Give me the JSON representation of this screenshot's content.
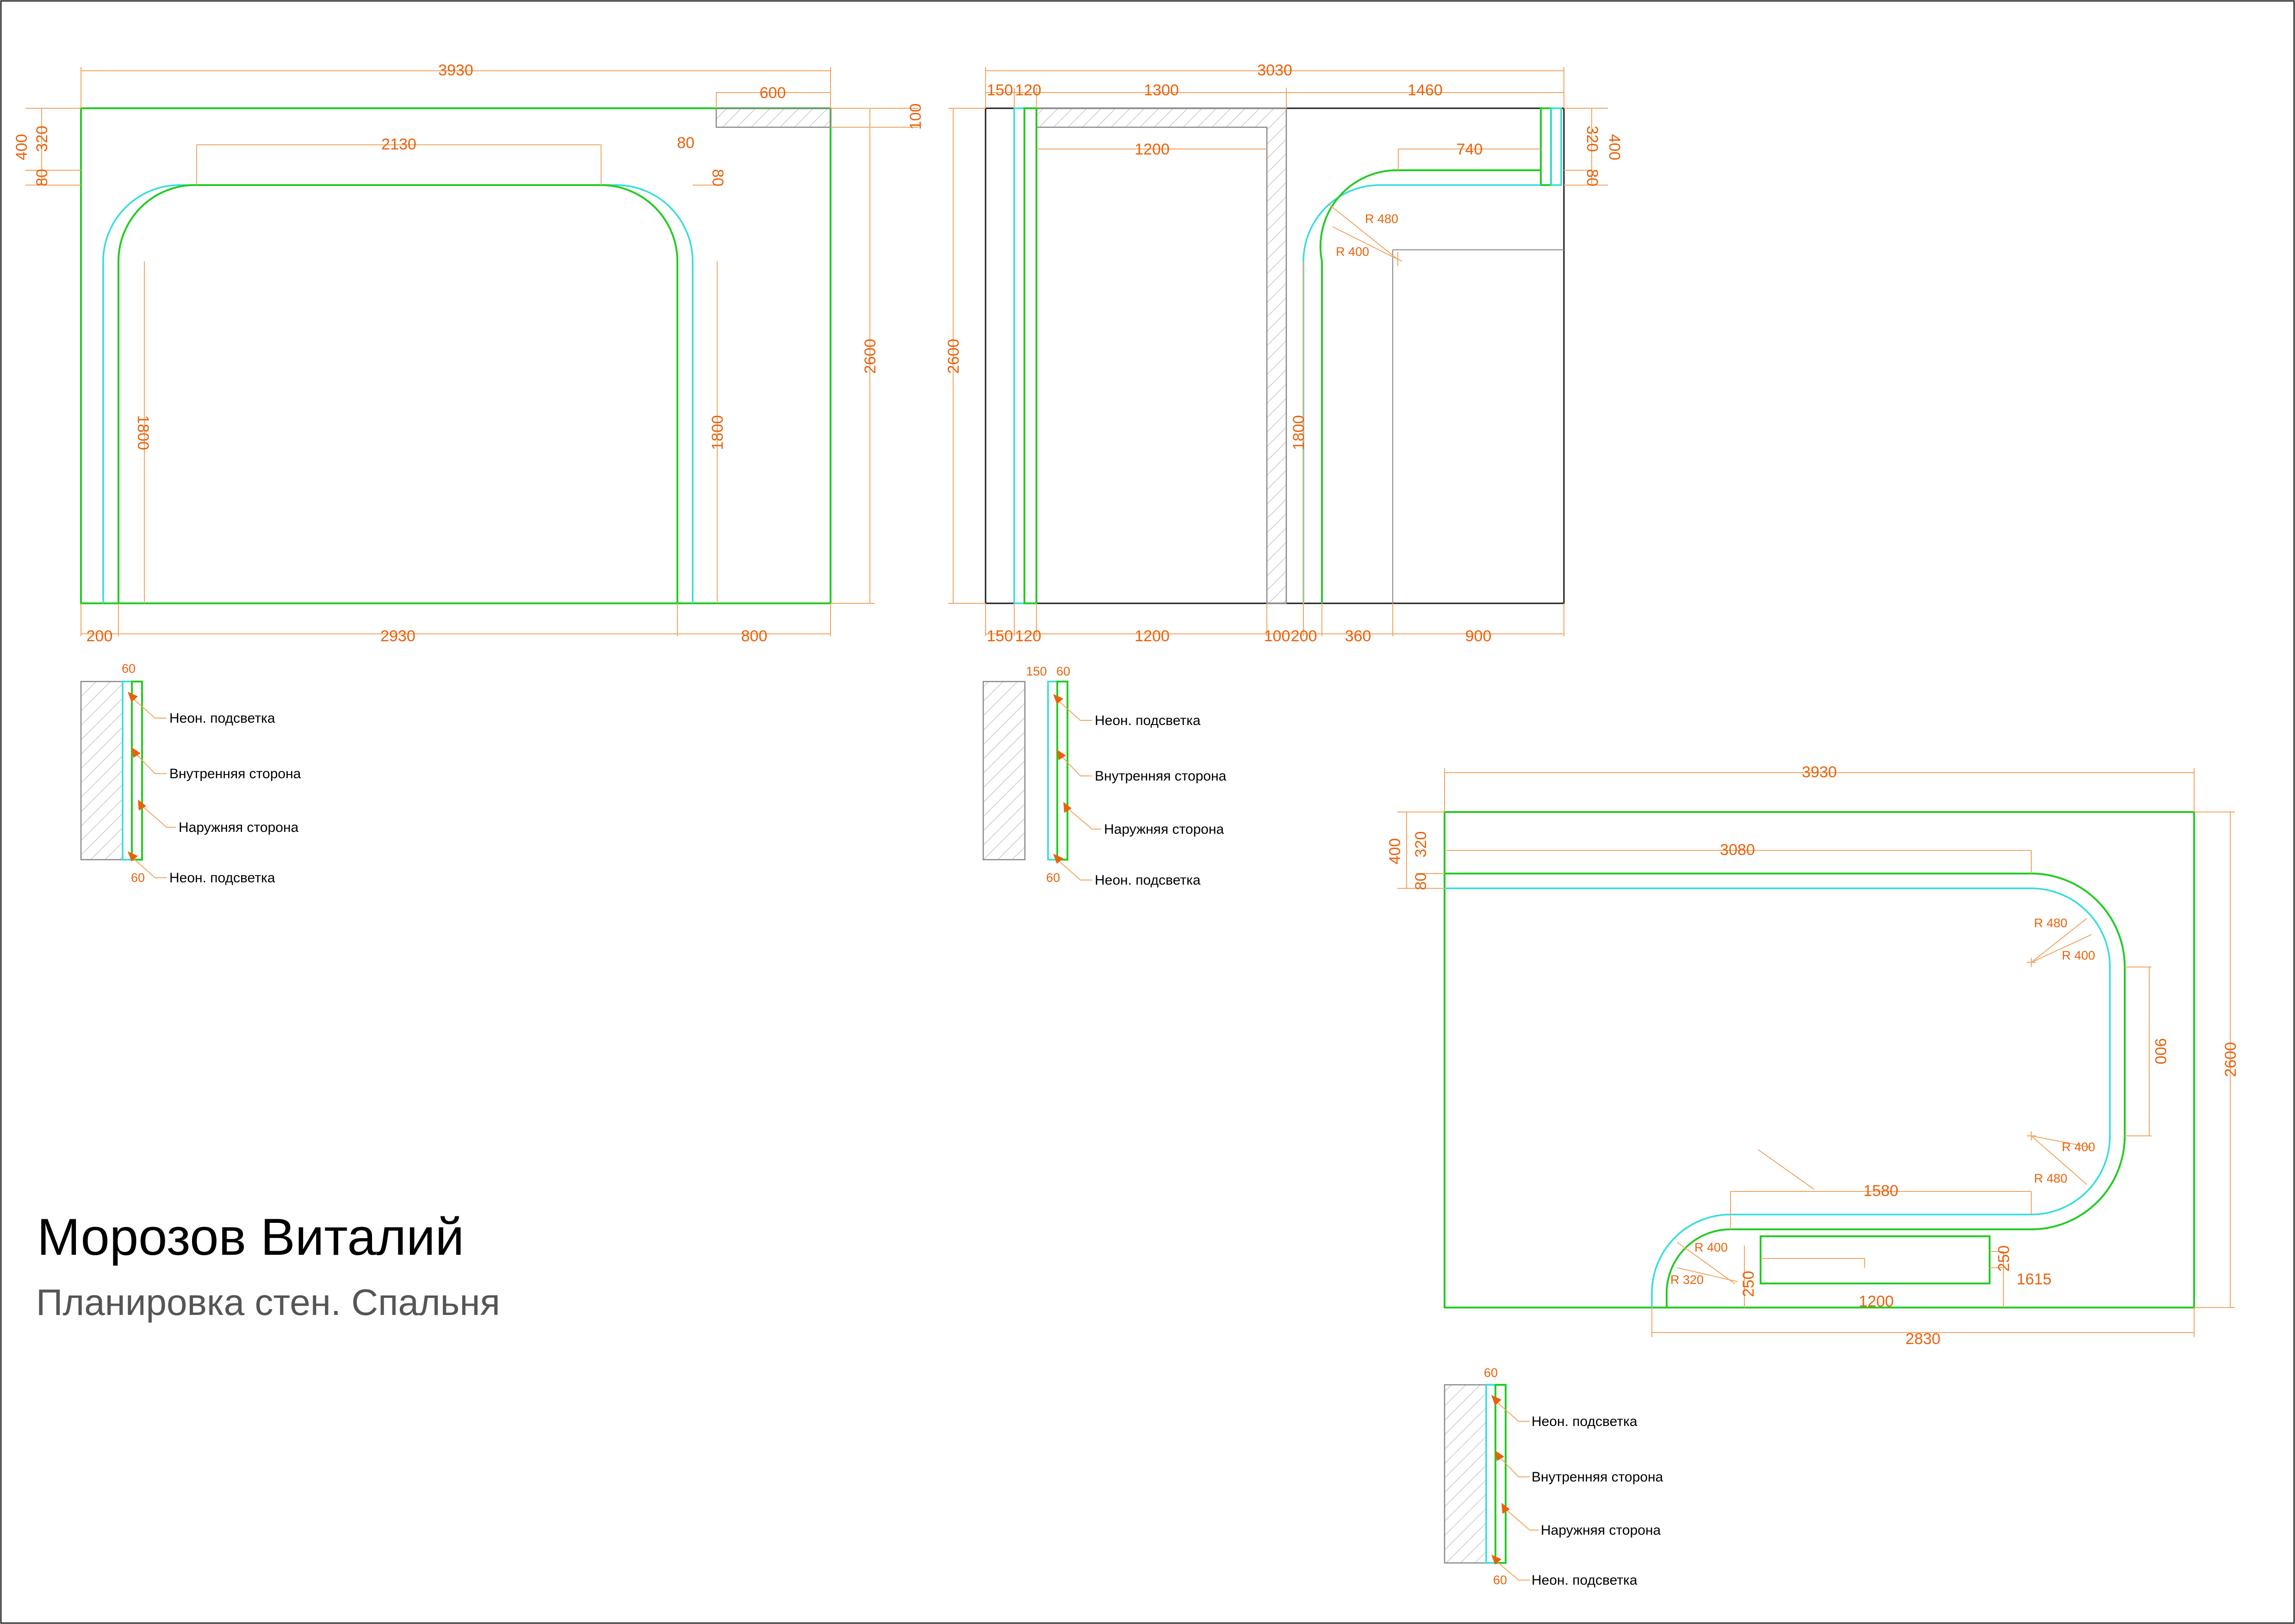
{
  "title": {
    "author": "Морозов Виталий",
    "subtitle": "Планировка стен. Спальня"
  },
  "legend_labels": {
    "neon": "Неон. подсветка",
    "inner": "Внутренняя сторона",
    "outer": "Наружняя сторона",
    "w60": "60",
    "w150": "150"
  },
  "wall1": {
    "width": "3930",
    "niche": "600",
    "top_span": "2130",
    "height": "2600",
    "offset_top": "400",
    "offset_320": "320",
    "offset_80": "80",
    "step_100": "100",
    "right_80a": "80",
    "right_80b": "80",
    "left_1800": "1800",
    "right_1800": "1800",
    "bottom_200": "200",
    "bottom_2930": "2930",
    "bottom_800": "800"
  },
  "wall2": {
    "width": "3030",
    "top_150": "150",
    "top_120": "120",
    "top_1300": "1300",
    "top_1460": "1460",
    "inner_1200": "1200",
    "top_740": "740",
    "right_320": "320",
    "right_400": "400",
    "right_80": "80",
    "height": "2600",
    "r480": "R 480",
    "r400": "R 400",
    "v1800": "1800",
    "b150": "150",
    "b120": "120",
    "b1200": "1200",
    "b100": "100",
    "b200": "200",
    "b360": "360",
    "b900": "900"
  },
  "wall3": {
    "width": "3930",
    "top_3080": "3080",
    "left_400": "400",
    "left_320": "320",
    "left_80": "80",
    "height": "2600",
    "r480_a": "R 480",
    "r400_a": "R 400",
    "v900": "900",
    "r400_b": "R 400",
    "r480_b": "R 480",
    "s1580": "1580",
    "r400_c": "R 400",
    "r320": "R 320",
    "v250_left": "250",
    "v250_right": "250",
    "s1200": "1200",
    "s1615": "1615",
    "s2830": "2830"
  }
}
